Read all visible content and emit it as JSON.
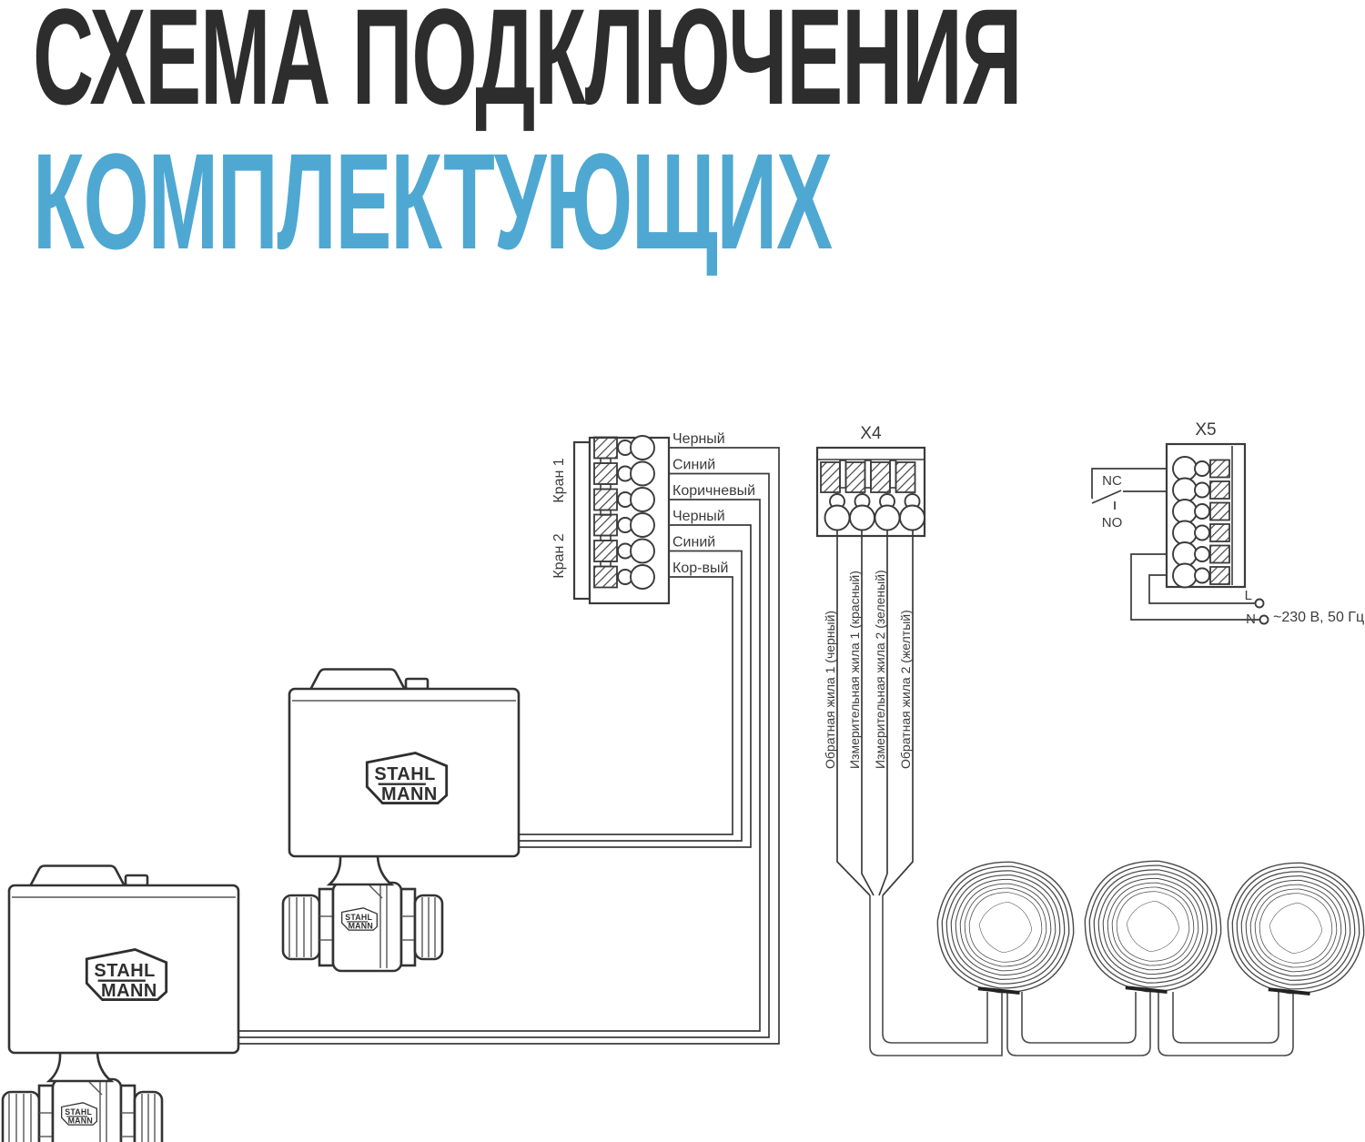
{
  "title": {
    "line1": "СХЕМА ПОДКЛЮЧЕНИЯ",
    "line2": "КОМПЛЕКТУЮЩИХ"
  },
  "colors": {
    "title_ink": "#2d2d2d",
    "accent_blue": "#4ea8d2",
    "line_ink": "#3b3b3b"
  },
  "brand": {
    "line1": "STAHL",
    "line2": "MANN"
  },
  "valve_block": {
    "group_labels": [
      "Кран 1",
      "Кран 2"
    ],
    "wire_labels": [
      "Черный",
      "Синий",
      "Коричневый",
      "Черный",
      "Синий",
      "Кор-вый"
    ]
  },
  "x4": {
    "label": "X4",
    "wire_labels": [
      "Обратная жила 1 (черный)",
      "Измерительная жила 1 (красный)",
      "Измерительная жила 2 (зеленый)",
      "Обратная жила 2 (желтый)"
    ]
  },
  "x5": {
    "label": "X5",
    "contact_nc": "NC",
    "contact_no": "NO",
    "line_l": "L",
    "line_n": "N",
    "power": "~230 В, 50 Гц"
  }
}
